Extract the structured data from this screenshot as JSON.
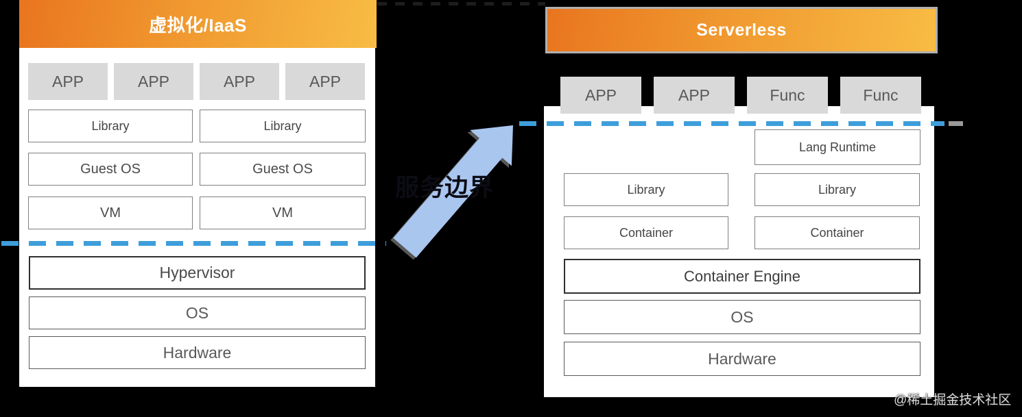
{
  "left_panel": {
    "title": "虚拟化/IaaS",
    "app_boxes": [
      "APP",
      "APP",
      "APP",
      "APP"
    ],
    "library_boxes": [
      "Library",
      "Library"
    ],
    "guest_os_boxes": [
      "Guest OS",
      "Guest OS"
    ],
    "vm_boxes": [
      "VM",
      "VM"
    ],
    "stack_rows": [
      "Hypervisor",
      "OS",
      "Hardware"
    ]
  },
  "right_panel": {
    "title": "Serverless",
    "top_boxes": [
      "APP",
      "APP",
      "Func",
      "Func"
    ],
    "lang_runtime_box": "Lang Runtime",
    "library_boxes": [
      "Library",
      "Library"
    ],
    "container_boxes": [
      "Container",
      "Container"
    ],
    "stack_rows": [
      "Container Engine",
      "OS",
      "Hardware"
    ]
  },
  "boundary": {
    "arrow_label": "服务边界"
  },
  "watermark": "@稀土掘金技术社区",
  "colors": {
    "header_gradient_start": "#e9751f",
    "header_gradient_end": "#f8bc44",
    "dashed_line": "#3e9edb",
    "arrow_fill": "#a9c6ef",
    "gray_box_fill": "#d9d9d9",
    "background": "#000000"
  }
}
